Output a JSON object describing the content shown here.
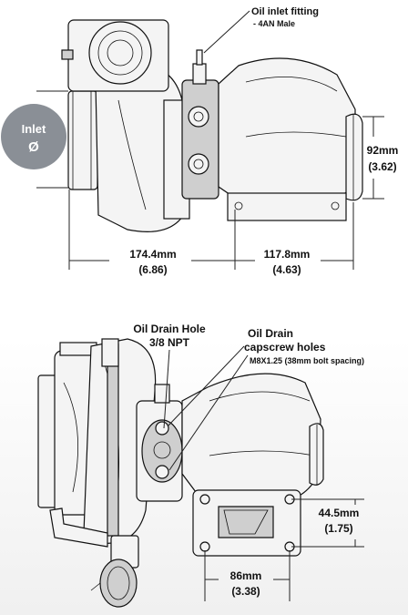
{
  "top_view": {
    "badge": {
      "line1": "Inlet",
      "line2": "Ø",
      "color": "#8a8f96"
    },
    "oil_inlet": {
      "title": "Oil inlet fitting",
      "sub": "- 4AN Male"
    },
    "dim_outlet": {
      "mm": "92mm",
      "in": "(3.62)"
    },
    "dim_width": {
      "mm": "174.4mm",
      "in": "(6.86)"
    },
    "dim_depth": {
      "mm": "117.8mm",
      "in": "(4.63)"
    }
  },
  "bottom_view": {
    "oil_drain_hole": {
      "line1": "Oil Drain Hole",
      "line2": "3/8 NPT"
    },
    "oil_drain_capscrew": {
      "line1": "Oil Drain",
      "line2": "capscrew holes",
      "line3": "M8X1.25 (38mm bolt spacing)"
    },
    "dim_flange_h": {
      "mm": "44.5mm",
      "in": "(1.75)"
    },
    "dim_flange_w": {
      "mm": "86mm",
      "in": "(3.38)"
    }
  }
}
